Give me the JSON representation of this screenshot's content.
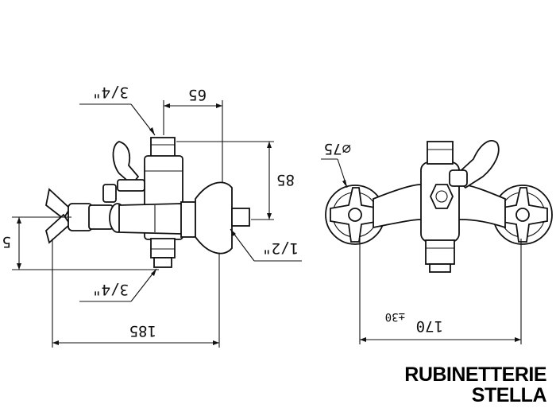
{
  "dimensions": {
    "inlet_top": "3/4\"",
    "inlet_bottom": "3/4\"",
    "outlet": "1/2\"",
    "width_65": "65",
    "height_85": "85",
    "height_5": "5",
    "depth_185": "185",
    "diameter": "⌀75",
    "centers": "170",
    "tolerance": "±30"
  },
  "brand": {
    "line1": "RUBINETTERIE",
    "line2": "STELLA"
  }
}
